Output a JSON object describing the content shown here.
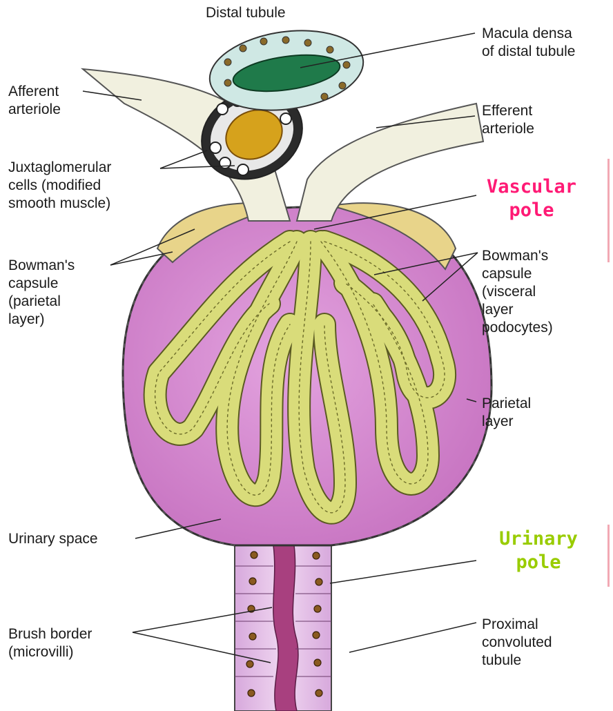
{
  "labels": {
    "distal_tubule": "Distal tubule",
    "macula_densa": "Macula densa\nof distal tubule",
    "afferent_arteriole": "Afferent\narteriole",
    "efferent_arteriole": "Efferent\narteriole",
    "juxtaglomerular_cells": "Juxtaglomerular\ncells (modified\nsmooth muscle)",
    "bowmans_capsule_parietal": "Bowman's\ncapsule\n(parietal\nlayer)",
    "bowmans_capsule_visceral": "Bowman's\ncapsule\n(visceral\nlayer\npodocytes)",
    "parietal_layer": "Parietal\nlayer",
    "urinary_space": "Urinary space",
    "brush_border": "Brush border\n(microvilli)",
    "proximal_convoluted_tubule": "Proximal\nconvoluted\ntubule"
  },
  "poles": {
    "vascular": "Vascular\npole",
    "urinary": "Urinary\npole"
  },
  "colors": {
    "vascular_pole": "#ff1a75",
    "urinary_pole": "#99cc00",
    "capsule_space": "#d98bd4",
    "capillary_tuft": "#d9dc7a",
    "parietal_cap": "#e8d48a",
    "arteriole": "#f1f0df",
    "distal_tubule": "#cfe8e4",
    "macula_densa": "#1f7a4a",
    "tubule_cells": "#e8c3ea",
    "tubule_lumen": "#b0488f"
  }
}
